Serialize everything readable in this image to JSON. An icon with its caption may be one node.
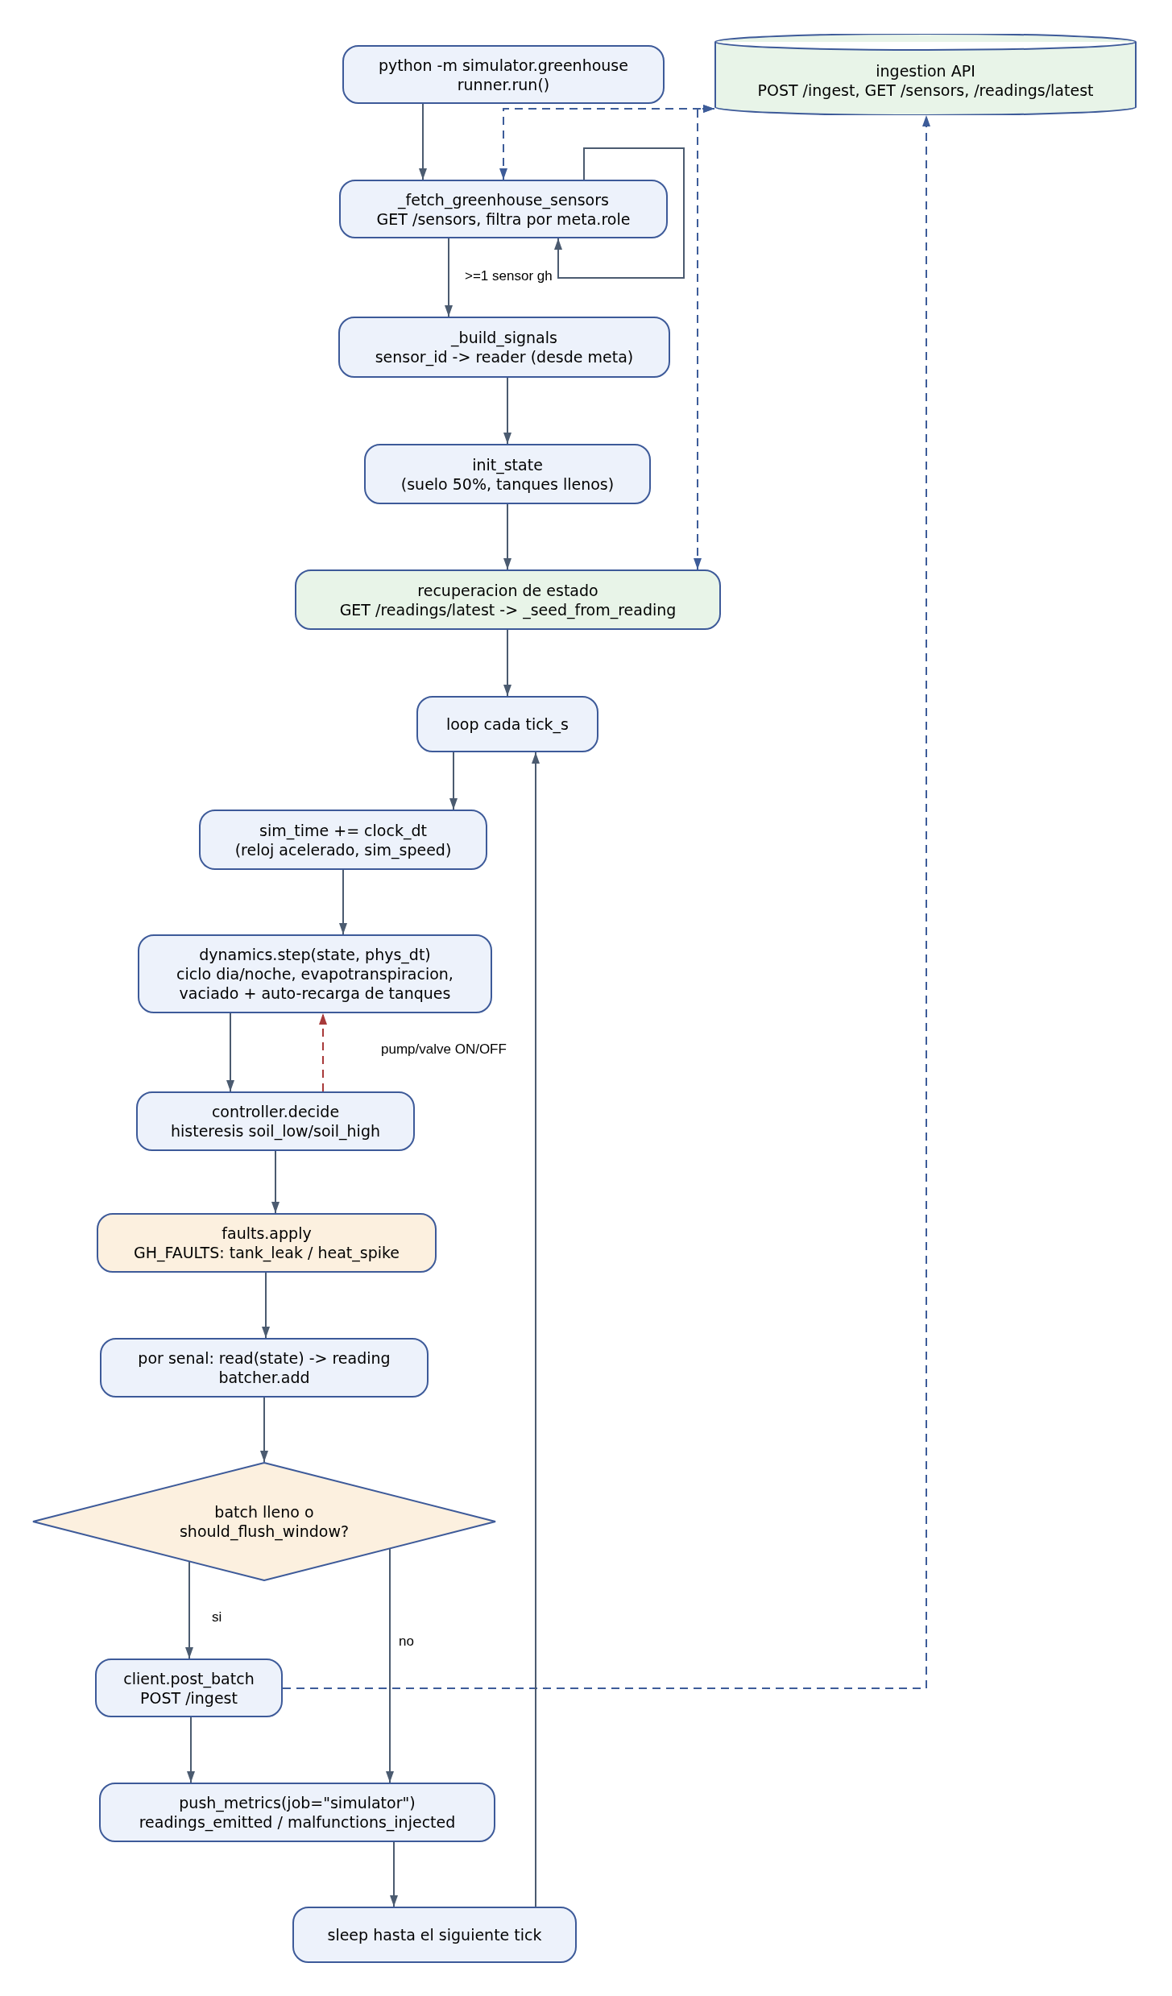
{
  "diagram": {
    "nodes": [
      {
        "text": [
          "python -m simulator.greenhouse",
          "runner.run()"
        ]
      },
      {
        "text": [
          "ingestion API",
          "POST /ingest, GET /sensors, /readings/latest"
        ]
      },
      {
        "text": [
          "_fetch_greenhouse_sensors",
          "GET /sensors, filtra por meta.role"
        ]
      },
      {
        "text": [
          "_build_signals",
          "sensor_id -> reader (desde meta)"
        ]
      },
      {
        "text": [
          "init_state",
          "(suelo 50%, tanques llenos)"
        ]
      },
      {
        "text": [
          "recuperacion de estado",
          "GET /readings/latest -> _seed_from_reading"
        ]
      },
      {
        "text": [
          "loop cada tick_s"
        ]
      },
      {
        "text": [
          "sim_time += clock_dt",
          "(reloj acelerado, sim_speed)"
        ]
      },
      {
        "text": [
          "dynamics.step(state, phys_dt)",
          "ciclo dia/noche, evapotranspiracion, vaciado + auto-recarga de tanques"
        ]
      },
      {
        "text": [
          "controller.decide",
          "histeresis soil_low/soil_high"
        ]
      },
      {
        "text": [
          "faults.apply",
          "GH_FAULTS: tank_leak / heat_spike"
        ]
      },
      {
        "text": [
          "por senal: read(state) -> reading",
          "batcher.add"
        ]
      },
      {
        "text": [
          "batch lleno o should_flush_window?"
        ]
      },
      {
        "text": [
          "client.post_batch",
          "POST /ingest"
        ]
      },
      {
        "text": [
          "push_metrics(job=\"simulator\")",
          "readings_emitted / malfunctions_injected"
        ]
      },
      {
        "text": [
          "sleep hasta el siguiente tick"
        ]
      }
    ],
    "edges": [
      {
        "from": 0,
        "to": 2,
        "arrow": "to"
      },
      {
        "from": 2,
        "to": 2,
        "arrow": "to",
        "label": ">=1 sensor gh"
      },
      {
        "from": 2,
        "to": 1,
        "arrow": "both",
        "style": "dashed",
        "color": "#3d5c99"
      },
      {
        "from": 5,
        "to": 1,
        "arrow": "both",
        "style": "dashed",
        "color": "#3d5c99"
      },
      {
        "from": 2,
        "to": 3,
        "arrow": "to"
      },
      {
        "from": 3,
        "to": 4,
        "arrow": "to"
      },
      {
        "from": 4,
        "to": 5,
        "arrow": "to"
      },
      {
        "from": 5,
        "to": 6,
        "arrow": "to"
      },
      {
        "from": 6,
        "to": 7,
        "arrow": "to"
      },
      {
        "from": 7,
        "to": 8,
        "arrow": "to"
      },
      {
        "from": 8,
        "to": 9,
        "arrow": "to"
      },
      {
        "from": 9,
        "to": 8,
        "arrow": "to",
        "label": "pump/valve ON/OFF",
        "style": "dashed",
        "color": "#a83a3a"
      },
      {
        "from": 9,
        "to": 10,
        "arrow": "to"
      },
      {
        "from": 10,
        "to": 11,
        "arrow": "to"
      },
      {
        "from": 11,
        "to": 12,
        "arrow": "to"
      },
      {
        "from": 12,
        "to": 13,
        "arrow": "to",
        "label": "si"
      },
      {
        "from": 12,
        "to": 14,
        "arrow": "to",
        "label": "no"
      },
      {
        "from": 13,
        "to": 1,
        "arrow": "to",
        "style": "dashed",
        "color": "#3d5c99"
      },
      {
        "from": 13,
        "to": 14,
        "arrow": "to"
      },
      {
        "from": 14,
        "to": 15,
        "arrow": "to"
      },
      {
        "from": 15,
        "to": 6,
        "arrow": "to"
      }
    ]
  }
}
